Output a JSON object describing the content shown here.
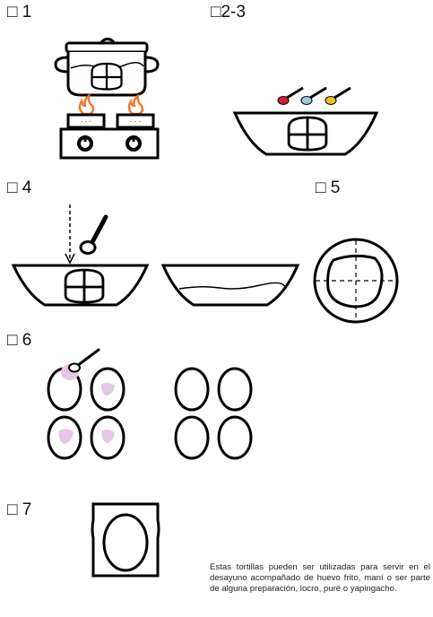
{
  "steps": [
    {
      "checkbox": "□",
      "label": "1"
    },
    {
      "checkbox": "□",
      "label": "2-3"
    },
    {
      "checkbox": "□",
      "label": "4"
    },
    {
      "checkbox": "□",
      "label": "5"
    },
    {
      "checkbox": "□",
      "label": "6"
    },
    {
      "checkbox": "□",
      "label": "7"
    }
  ],
  "note": "Estas tortillas pueden ser utilizadas para servir en el desayuno acompañado de huevo frito, maní o ser parte de alguna preparación, locro, puré o yapingacho.",
  "colors": {
    "flame": "#f07a2a",
    "spoon_red": "#cc2233",
    "spoon_blue": "#9cc8e8",
    "spoon_yellow": "#e8bf1c",
    "dough": "#e6c6e6"
  },
  "icons": [
    "checkbox-icon",
    "pot-icon",
    "stove-icon",
    "flame-icon",
    "bowl-icon",
    "spoon-icon",
    "plate-icon",
    "tortilla-icon",
    "frame-icon"
  ]
}
